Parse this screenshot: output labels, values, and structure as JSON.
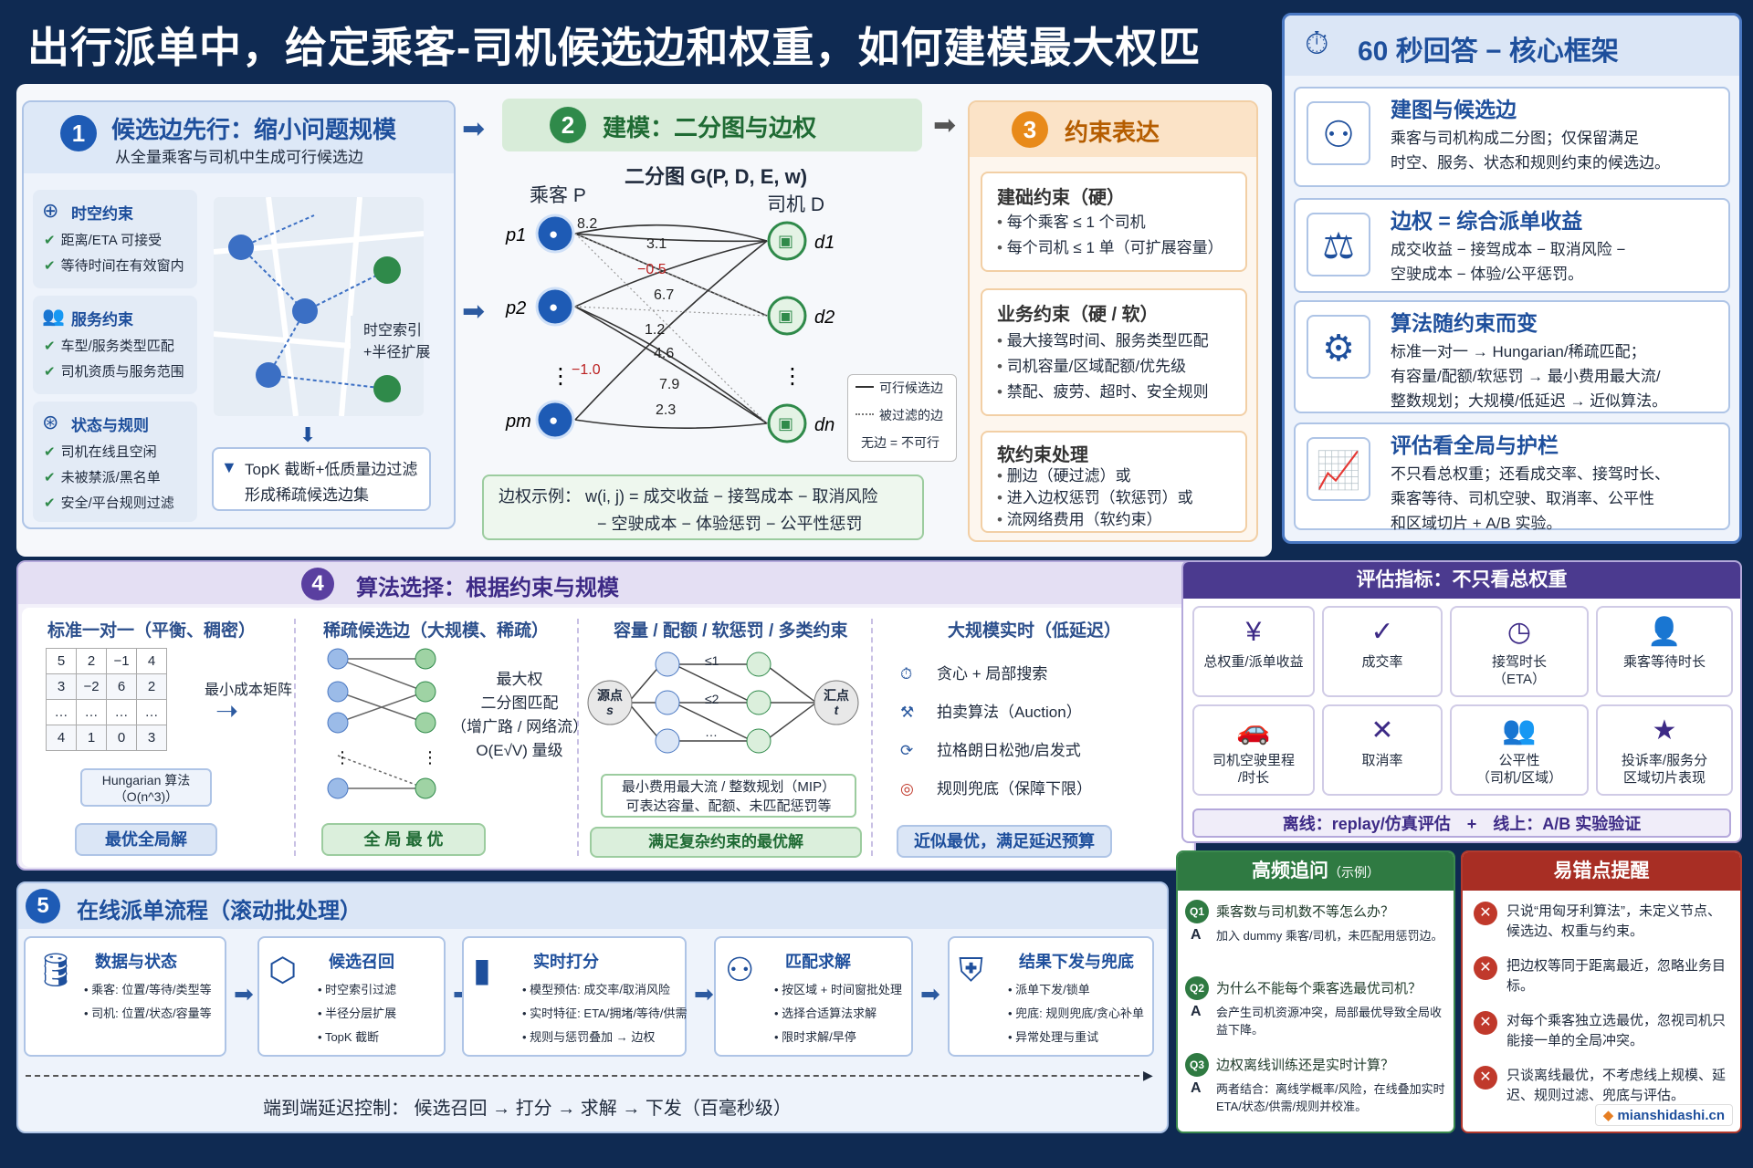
{
  "title": "出行派单中，给定乘客-司机候选边和权重，如何建模最大权匹配？",
  "s1": {
    "num": "1",
    "title": "候选边先行：缩小问题规模",
    "subtitle": "从全量乘客与司机中生成可行候选边",
    "groups": [
      {
        "icon": "globe-icon",
        "title": "时空约束",
        "items": [
          "距离/ETA 可接受",
          "等待时间在有效窗内"
        ]
      },
      {
        "icon": "people-icon",
        "title": "服务约束",
        "items": [
          "车型/服务类型匹配",
          "司机资质与服务范围"
        ]
      },
      {
        "icon": "rules-icon",
        "title": "状态与规则",
        "items": [
          "司机在线且空闲",
          "未被禁派/黑名单",
          "安全/平台规则过滤"
        ]
      }
    ],
    "map_label1": "时空索引",
    "map_label2": "+半径扩展",
    "filter1": "TopK 截断+低质量边过滤",
    "filter2": "形成稀疏候选边集"
  },
  "s2": {
    "num": "2",
    "title": "建模：二分图与边权",
    "graph_title": "二分图 G(P, D, E, w)",
    "left_label": "乘客 P",
    "right_label": "司机 D",
    "left_nodes": [
      "p1",
      "p2",
      "⋮",
      "pm"
    ],
    "right_nodes": [
      "d1",
      "d2",
      "⋮",
      "dn"
    ],
    "weights": [
      "8.2",
      "3.1",
      "−0.5",
      "6.7",
      "1.2",
      "4.6",
      "−1.0",
      "7.9",
      "2.3"
    ],
    "legend": [
      "可行候选边",
      "被过滤的边",
      "无边 = 不可行"
    ],
    "edge_example1": "边权示例： w(i, j) = 成交收益 − 接驾成本 − 取消风险",
    "edge_example2": "− 空驶成本 − 体验惩罚 − 公平性惩罚"
  },
  "s3": {
    "num": "3",
    "title": "约束表达",
    "blocks": [
      {
        "title": "建础约束（硬）",
        "items": [
          "每个乘客 ≤ 1 个司机",
          "每个司机 ≤ 1 单（可扩展容量）"
        ]
      },
      {
        "title": "业务约束（硬 / 软）",
        "items": [
          "最大接驾时间、服务类型匹配",
          "司机容量/区域配额/优先级",
          "禁配、疲劳、超时、安全规则"
        ]
      },
      {
        "title": "软约束处理",
        "items": [
          "删边（硬过滤）或",
          "进入边权惩罚（软惩罚）或",
          "流网络费用（软约束）"
        ]
      }
    ]
  },
  "right": {
    "header": "60 秒回答 − 核心框架",
    "items": [
      {
        "icon": "graph-icon",
        "title": "建图与候选边",
        "lines": [
          "乘客与司机构成二分图；仅保留满足",
          "时空、服务、状态和规则约束的候选边。"
        ]
      },
      {
        "icon": "scale-icon",
        "title": "边权 = 综合派单收益",
        "lines": [
          "成交收益 − 接驾成本 − 取消风险 −",
          "空驶成本 − 体验/公平惩罚。"
        ]
      },
      {
        "icon": "gear-icon",
        "title": "算法随约束而变",
        "lines": [
          "标准一对一 → Hungarian/稀疏匹配；",
          "有容量/配额/软惩罚 → 最小费用最大流/",
          "整数规划；大规模/低延迟 → 近似算法。"
        ]
      },
      {
        "icon": "growth-chart-icon",
        "title": "评估看全局与护栏",
        "lines": [
          "不只看总权重；还看成交率、接驾时长、",
          "乘客等待、司机空驶、取消率、公平性",
          "和区域切片 + A/B 实验。"
        ]
      }
    ]
  },
  "s4": {
    "num": "4",
    "title": "算法选择：根据约束与规模",
    "cols": [
      {
        "title": "标准一对一（平衡、稠密）",
        "pill": "最优全局解"
      },
      {
        "title": "稀疏候选边（大规模、稀疏）",
        "pill": "全 局 最 优"
      },
      {
        "title": "容量 / 配额 / 软惩罚 / 多类约束",
        "pill": "满足复杂约束的最优解"
      },
      {
        "title": "大规模实时（低延迟）",
        "pill": "近似最优，满足延迟预算"
      }
    ],
    "matrix": [
      [
        "5",
        "2",
        "−1",
        "4"
      ],
      [
        "3",
        "−2",
        "6",
        "2"
      ],
      [
        "…",
        "…",
        "…",
        "…"
      ],
      [
        "4",
        "1",
        "0",
        "3"
      ]
    ],
    "matrix_label": "最小成本矩阵",
    "hungarian": "Hungarian 算法",
    "hungarian_cx": "（O(n^3)）",
    "sparse_lines": [
      "最大权",
      "二分图匹配",
      "（增广路 / 网络流）",
      "O(E√V) 量级"
    ],
    "flow_source": "源点",
    "flow_source_s": "s",
    "flow_sink": "汇点",
    "flow_sink_t": "t",
    "flow_le1": "≤1",
    "flow_le2": "≤2",
    "flow_dots": "…",
    "flow_desc1": "最小费用最大流 / 整数规划（MIP）",
    "flow_desc2": "可表达容量、配额、未匹配惩罚等",
    "realtime": [
      {
        "icon": "stopwatch-icon",
        "text": "贪心 + 局部搜索"
      },
      {
        "icon": "gavel-icon",
        "text": "拍卖算法（Auction）"
      },
      {
        "icon": "cycle-icon",
        "text": "拉格朗日松弛/启发式"
      },
      {
        "icon": "target-icon",
        "text": "规则兜底（保障下限）"
      }
    ]
  },
  "metrics": {
    "header": "评估指标：不只看总权重",
    "items": [
      {
        "icon": "yen-icon",
        "label": "总权重/派单收益"
      },
      {
        "icon": "check-circle-icon",
        "label": "成交率"
      },
      {
        "icon": "clock-icon",
        "label": "接驾时长\n（ETA）"
      },
      {
        "icon": "person-wait-icon",
        "label": "乘客等待时长"
      },
      {
        "icon": "car-icon",
        "label": "司机空驶里程\n/时长"
      },
      {
        "icon": "x-circle-icon",
        "label": "取消率"
      },
      {
        "icon": "group-icon",
        "label": "公平性\n（司机/区域）"
      },
      {
        "icon": "star-icon",
        "label": "投诉率/服务分\n区域切片表现"
      }
    ],
    "footer": "离线：replay/仿真评估　+　线上：A/B 实验验证"
  },
  "s5": {
    "num": "5",
    "title": "在线派单流程（滚动批处理）",
    "steps": [
      {
        "icon": "database-icon",
        "title": "数据与状态",
        "items": [
          "乘客: 位置/等待/类型等",
          "司机: 位置/状态/容量等"
        ]
      },
      {
        "icon": "cube-icon",
        "title": "候选召回",
        "items": [
          "时空索引过滤",
          "半径分层扩展",
          "TopK 截断"
        ]
      },
      {
        "icon": "bar-chart-icon",
        "title": "实时打分",
        "items": [
          "模型预估: 成交率/取消风险",
          "实时特征: ETA/拥堵/等待/供需",
          "规则与惩罚叠加 → 边权"
        ]
      },
      {
        "icon": "network-icon",
        "title": "匹配求解",
        "items": [
          "按区域 + 时间窗批处理",
          "选择合适算法求解",
          "限时求解/早停"
        ]
      },
      {
        "icon": "shield-check-icon",
        "title": "结果下发与兜底",
        "items": [
          "派单下发/锁单",
          "兜底: 规则兜底/贪心补单",
          "异常处理与重试"
        ]
      }
    ],
    "latency": "端到端延迟控制： 候选召回 → 打分 → 求解 → 下发（百毫秒级）"
  },
  "faq": {
    "header": "高频追问",
    "header_small": "（示例）",
    "items": [
      {
        "q": "Q1",
        "question": "乘客数与司机数不等怎么办？",
        "a": "加入 dummy 乘客/司机，未匹配用惩罚边。"
      },
      {
        "q": "Q2",
        "question": "为什么不能每个乘客选最优司机？",
        "a": "会产生司机资源冲突，局部最优导致全局收益下降。"
      },
      {
        "q": "Q3",
        "question": "边权离线训练还是实时计算？",
        "a": "两者结合：离线学概率/风险，在线叠加实时 ETA/状态/供需/规则并校准。"
      }
    ]
  },
  "pitfalls": {
    "header": "易错点提醒",
    "items": [
      "只说“用匈牙利算法”，未定义节点、候选边、权重与约束。",
      "把边权等同于距离最近，忽略业务目标。",
      "对每个乘客独立选最优，忽视司机只能接一单的全局冲突。",
      "只谈离线最优，不考虑线上规模、延迟、规则过滤、兜底与评估。"
    ]
  },
  "watermark": "mianshidashi.cn"
}
